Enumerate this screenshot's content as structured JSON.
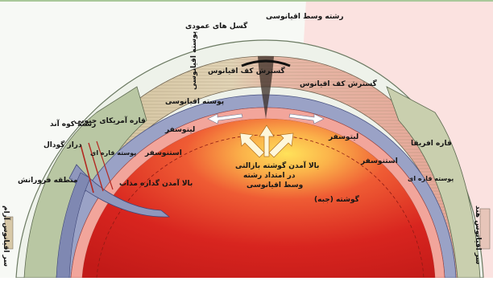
{
  "labels": {
    "middle_fibers": "رشته وسط اقیانوسی",
    "volcanic_rock": "گسل های عمودی",
    "spreading_left": "گسترش کف اقیانوس",
    "spreading_right": "گسترش کف اقیانوس",
    "ocean_crust_left": "پوسته اقیانوسی",
    "ocean_crust_rotated": "پوسته اقیانوسی",
    "continental_left": "قاره آمریکای جنوبی",
    "continental_right": "قاره افریقا",
    "lithosphere_left": "لیتوسفر",
    "lithosphere_right": "لیتوسفر",
    "asthenosphere_left": "استنوسفر",
    "asthenosphere_right": "استنوسفر",
    "crust_left": "پوسته قاره ای",
    "crust_right": "پوسته قاره ای",
    "trench": "دراز گودال",
    "volcano_chain": "رشته کوه آند",
    "subduction_zone": "منطقه فرورانش",
    "rising_mantle": "بالا آمدن گوشته بازالتی",
    "rising_mantle_2": "در امتداد رشته",
    "rising_mantle_3": "وسط اقیانوسی",
    "rising_magma": "بالا آمدن گدازه مذاب",
    "mantle": "گوشته (جبه)",
    "ocean_left_edge": "سر اقیانوس آرام",
    "ocean_right_edge": "سر اقیانوس هند"
  },
  "colors": {
    "mantle": "#d8251f",
    "lithosphere": "#9aa2c6",
    "crust_sand": "#d9c8a6",
    "crust_pink": "#e8a89b",
    "continental_green": "#b9c7a3",
    "ocean_bg": "#eef2ea",
    "mantle_glow": "#ffe25a"
  }
}
